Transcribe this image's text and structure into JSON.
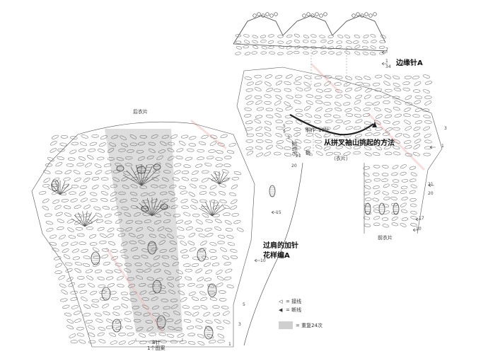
{
  "labels": {
    "back_piece": "后衣片",
    "edge_a": "边缘针A",
    "back_neck": "前后衫",
    "sleeve_method": "从拼叉袖山挑起的方法",
    "stitches_19": "19针",
    "made_pieces": "制作",
    "pick": "挑",
    "piece_note": "（衣片）",
    "front_piece": "前衣片",
    "shoulder_increase_line1": "过肩的加针",
    "shoulder_increase_line2": "花样编A",
    "stitch_8": "8针",
    "one_pattern": "1个图案",
    "legend_join": "= 接线",
    "legend_cut": "= 断线",
    "legend_repeat": "= 重复24次"
  },
  "row_numbers": {
    "edge": [
      "1",
      "7",
      "34"
    ],
    "right_upper": [
      "3",
      "1",
      "5"
    ],
    "right_middle": [
      "21",
      "20",
      "17",
      "10"
    ],
    "center": [
      "21",
      "20",
      "15",
      "10",
      "5",
      "3",
      "1"
    ],
    "neck": [
      "5",
      "3",
      "1"
    ]
  },
  "colors": {
    "shade": "#d7d7d7",
    "line": "#555555",
    "watermark": "#f3c6c6"
  }
}
